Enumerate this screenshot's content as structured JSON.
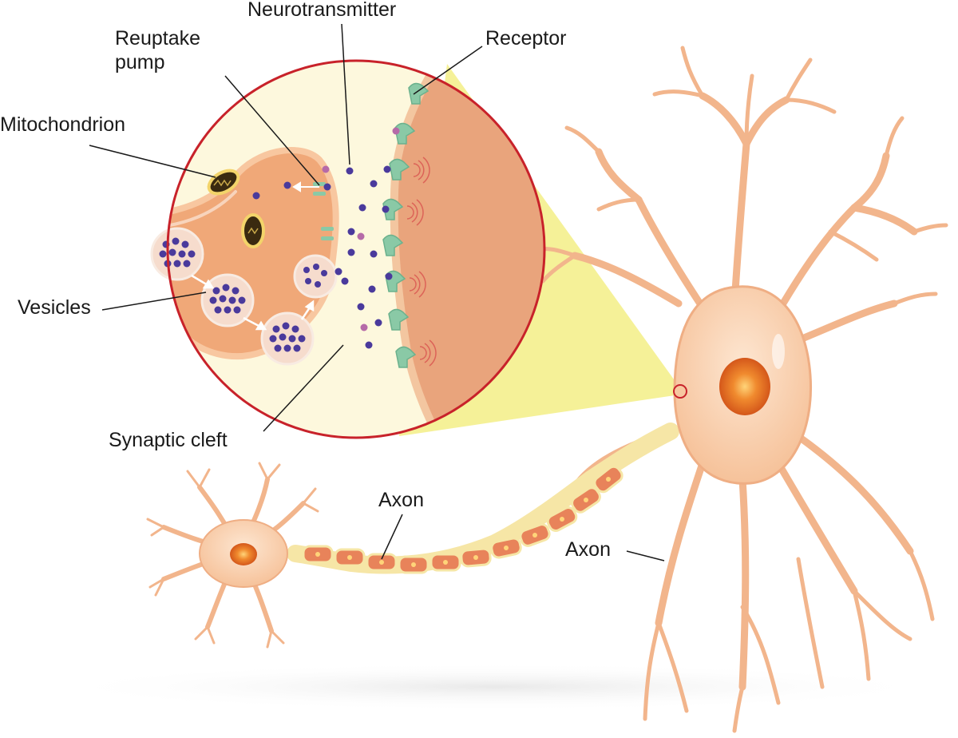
{
  "labels": {
    "neurotransmitter": "Neurotransmitter",
    "reuptake_pump_line1": "Reuptake",
    "reuptake_pump_line2": "pump",
    "receptor": "Receptor",
    "mitochondrion": "Mitochondrion",
    "vesicles": "Vesicles",
    "synaptic_cleft": "Synaptic cleft",
    "axon_top": "Axon",
    "axon_right": "Axon"
  },
  "colors": {
    "neuron_fill": "#f7c7a0",
    "neuron_stroke": "#e8a67a",
    "soma_fill": "#fbdcc2",
    "nucleus": "#e26a1c",
    "postsynaptic": "#e9a47c",
    "magnifier_border": "#c8222a",
    "magnifier_bg": "#fdf8dd",
    "zoom_cone": "#f5f08a",
    "receptor": "#8ac9a6",
    "neurotransmitter": "#4a3a9c",
    "neurotransmitter_alt": "#b66aa8",
    "vesicle": "#f6dccd",
    "mitochondrion": "#3a2a10",
    "myelin": "#e8835a"
  },
  "icons": {
    "vesicle": "vesicle-circle",
    "mitochondrion": "mitochondrion-ellipse",
    "receptor": "receptor-mushroom"
  }
}
